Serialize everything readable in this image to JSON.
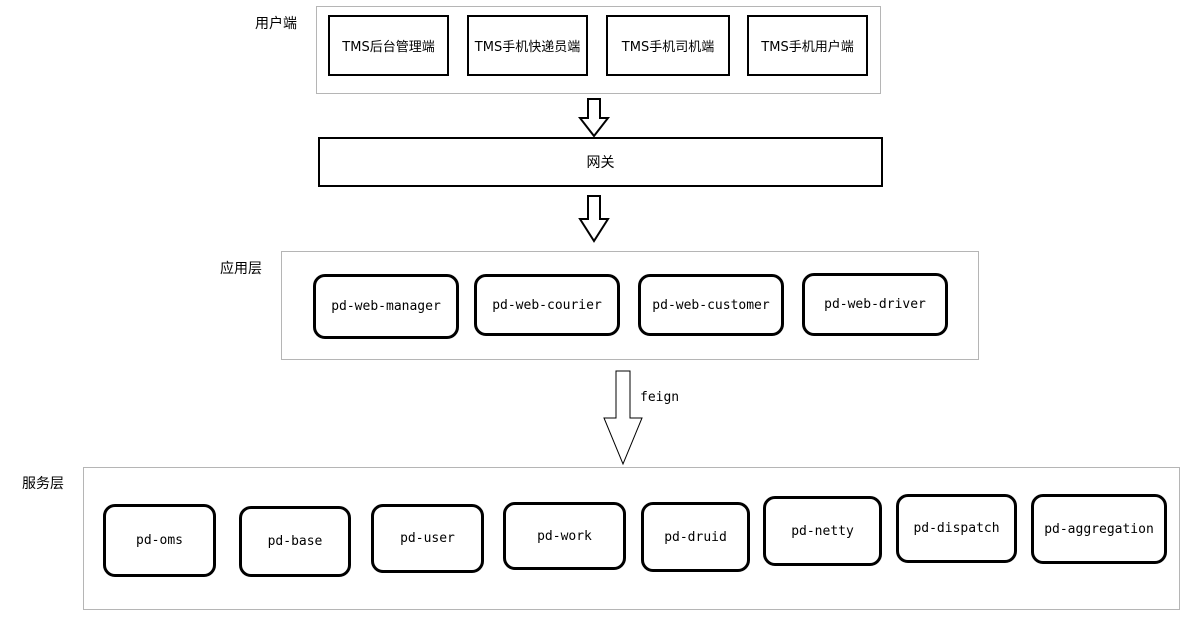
{
  "layers": {
    "user": "用户端",
    "app": "应用层",
    "service": "服务层"
  },
  "user_clients": [
    "TMS后台管理端",
    "TMS手机快递员端",
    "TMS手机司机端",
    "TMS手机用户端"
  ],
  "gateway": "网关",
  "app_modules": [
    "pd-web-manager",
    "pd-web-courier",
    "pd-web-customer",
    "pd-web-driver"
  ],
  "feign_label": "feign",
  "service_modules": [
    "pd-oms",
    "pd-base",
    "pd-user",
    "pd-work",
    "pd-druid",
    "pd-netty",
    "pd-dispatch",
    "pd-aggregation"
  ]
}
